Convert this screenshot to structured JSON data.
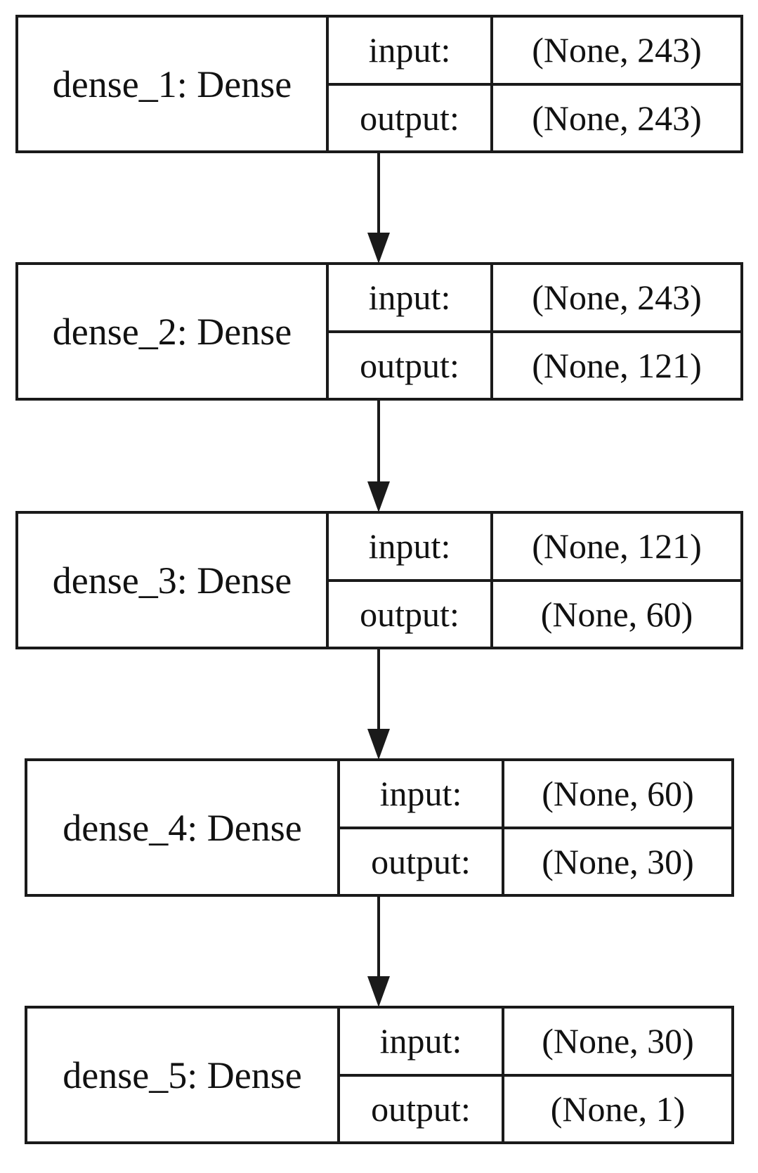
{
  "layers": [
    {
      "name": "dense_1: Dense",
      "input_label": "input:",
      "input_shape": "(None, 243)",
      "output_label": "output:",
      "output_shape": "(None, 243)"
    },
    {
      "name": "dense_2: Dense",
      "input_label": "input:",
      "input_shape": "(None, 243)",
      "output_label": "output:",
      "output_shape": "(None, 121)"
    },
    {
      "name": "dense_3: Dense",
      "input_label": "input:",
      "input_shape": "(None, 121)",
      "output_label": "output:",
      "output_shape": "(None, 60)"
    },
    {
      "name": "dense_4: Dense",
      "input_label": "input:",
      "input_shape": "(None, 60)",
      "output_label": "output:",
      "output_shape": "(None, 30)"
    },
    {
      "name": "dense_5: Dense",
      "input_label": "input:",
      "input_shape": "(None, 30)",
      "output_label": "output:",
      "output_shape": "(None, 1)"
    }
  ],
  "edges": [
    {
      "from": "dense_1",
      "to": "dense_2"
    },
    {
      "from": "dense_2",
      "to": "dense_3"
    },
    {
      "from": "dense_3",
      "to": "dense_4"
    },
    {
      "from": "dense_4",
      "to": "dense_5"
    }
  ],
  "colors": {
    "stroke": "#1a1a1a",
    "background": "#ffffff"
  }
}
